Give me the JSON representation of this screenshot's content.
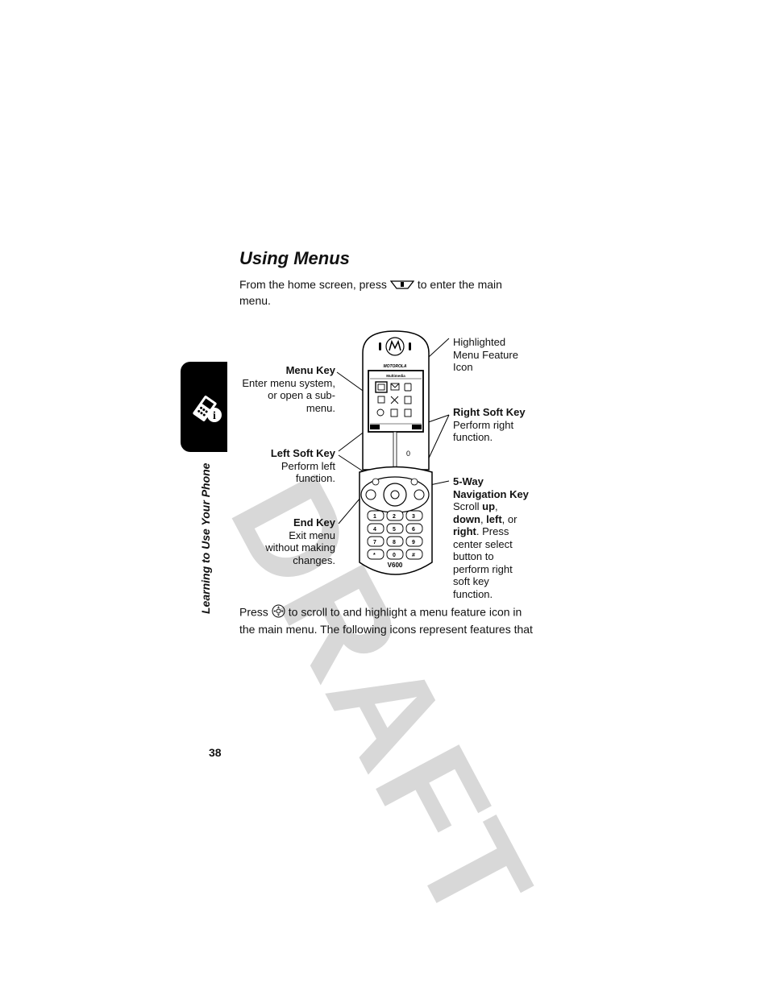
{
  "watermark": "DRAFT",
  "section_tab": {
    "label": "Learning to Use Your Phone",
    "icon": "phone-info-icon"
  },
  "heading": "Using Menus",
  "intro": {
    "before": "From the home screen, press",
    "key_icon": "menu-key-icon",
    "after": "to enter the main menu."
  },
  "callouts": {
    "menu_key": {
      "title": "Menu Key",
      "desc": "Enter menu system, or open a sub-menu."
    },
    "left_soft_key": {
      "title": "Left Soft Key",
      "desc": "Perform left function."
    },
    "end_key": {
      "title": "End Key",
      "desc": "Exit menu without making changes."
    },
    "highlighted_icon": {
      "title": "",
      "desc": "Highlighted Menu Feature Icon"
    },
    "right_soft_key": {
      "title": "Right Soft Key",
      "desc": "Perform right function."
    },
    "nav_key": {
      "title": "5-Way Navigation Key",
      "desc_parts": [
        "Scroll ",
        "up",
        ", ",
        "down",
        ", ",
        "left",
        ", or ",
        "right",
        ". Press center select button to perform right soft key function."
      ]
    }
  },
  "phone": {
    "brand": "MOTOROLA",
    "screen_title": "Multimedia",
    "model": "V600",
    "keypad": [
      "1",
      "2",
      "3",
      "4",
      "5",
      "6",
      "7",
      "8",
      "9",
      "*",
      "0",
      "#"
    ]
  },
  "body2": {
    "before": "Press",
    "key_icon": "nav-key-icon",
    "after": "to scroll to and highlight a menu feature icon in the main menu. The following icons represent features that"
  },
  "page_number": "38"
}
